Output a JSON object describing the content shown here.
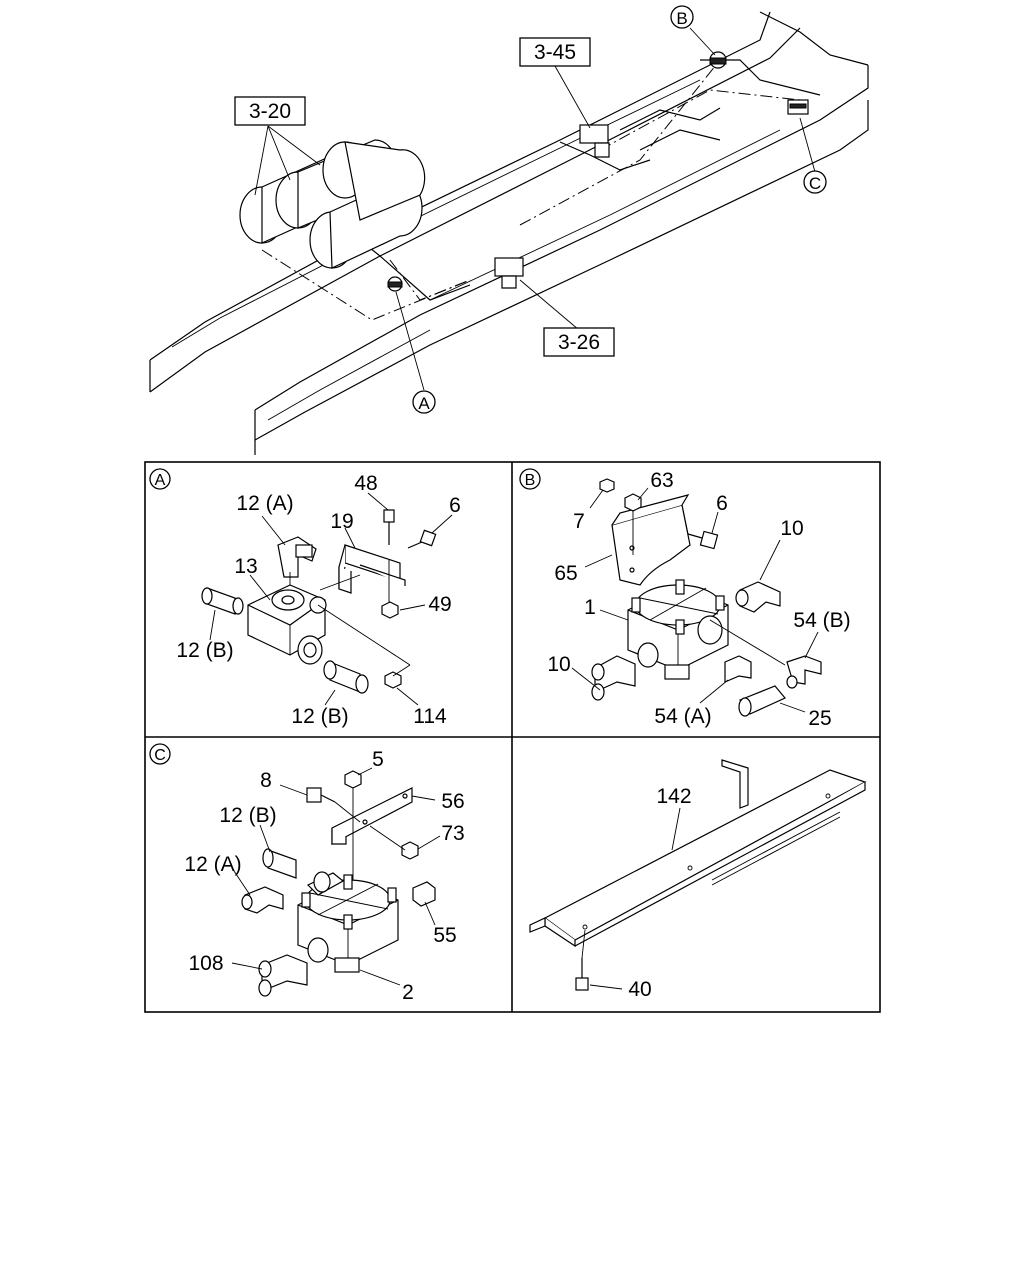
{
  "overview": {
    "ref_boxes": [
      "3-45",
      "3-20",
      "3-26"
    ],
    "callouts": [
      "A",
      "B",
      "C"
    ]
  },
  "panels": {
    "A": {
      "tag": "A",
      "labels": [
        "12 (A)",
        "48",
        "6",
        "19",
        "13",
        "49",
        "12 (B)",
        "12 (B)",
        "114"
      ]
    },
    "B": {
      "tag": "B",
      "labels": [
        "63",
        "7",
        "6",
        "10",
        "65",
        "1",
        "54 (B)",
        "10",
        "54 (A)",
        "25"
      ]
    },
    "C": {
      "tag": "C",
      "labels": [
        "5",
        "8",
        "56",
        "12 (B)",
        "73",
        "12 (A)",
        "55",
        "108",
        "2"
      ]
    },
    "D": {
      "labels": [
        "142",
        "40"
      ]
    }
  }
}
